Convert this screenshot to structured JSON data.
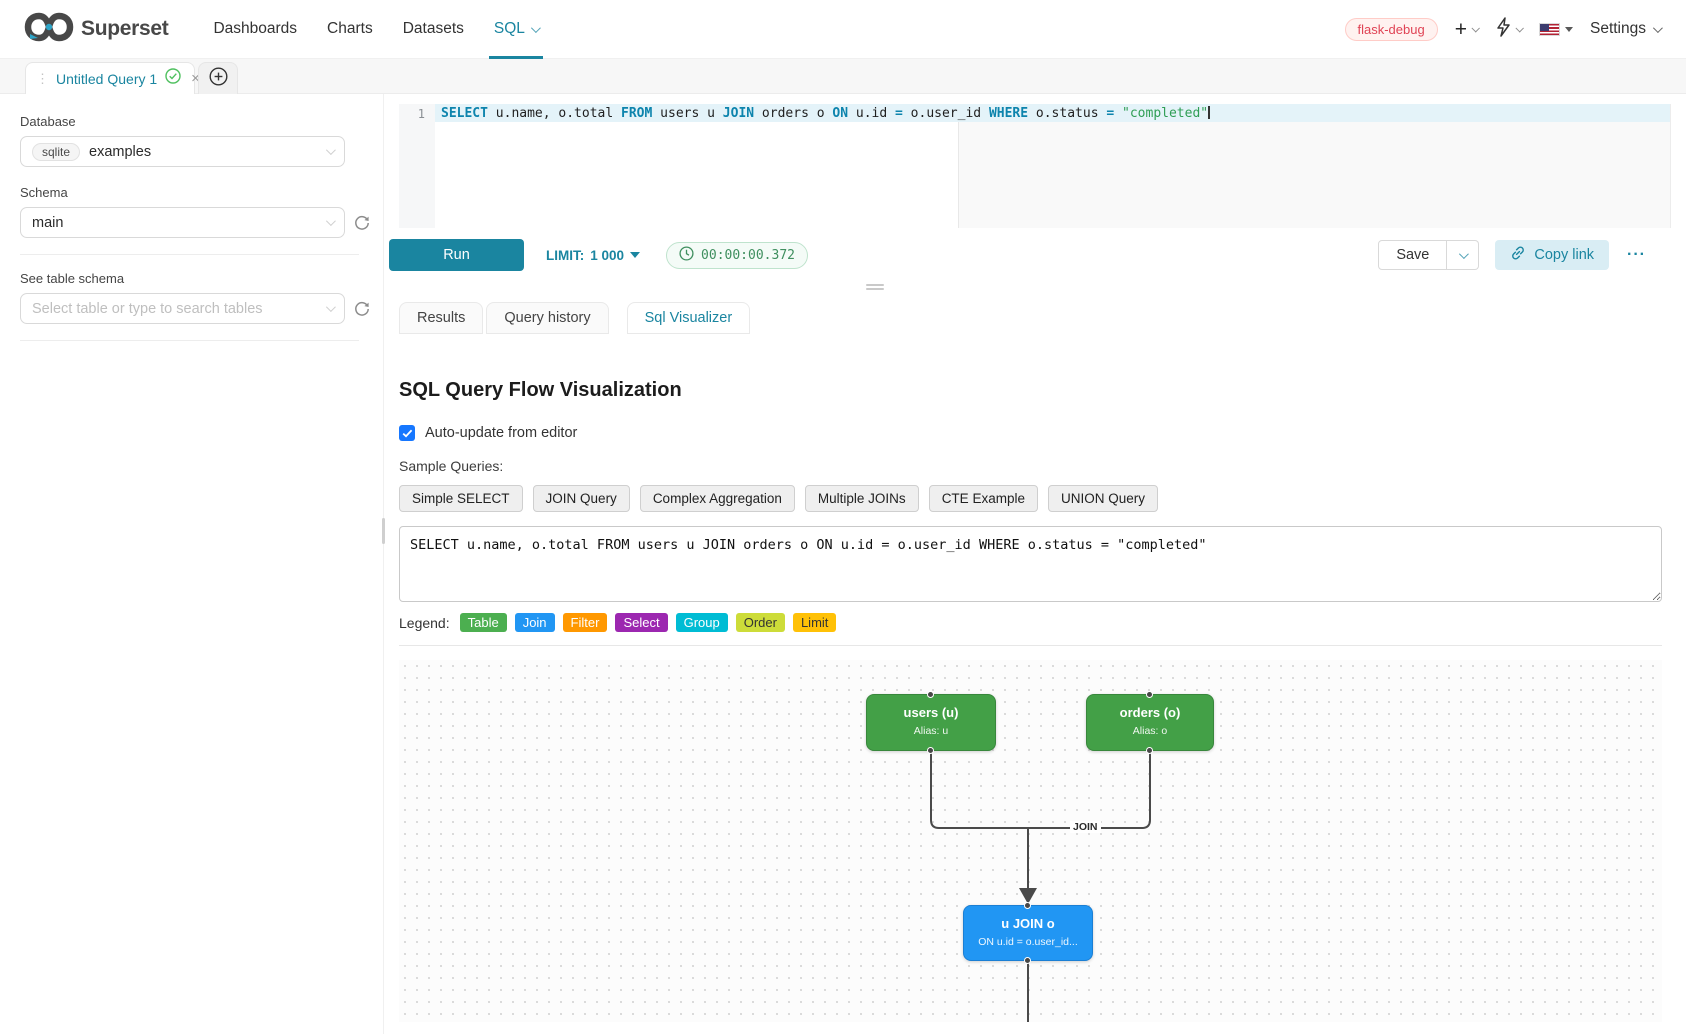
{
  "navbar": {
    "brand": "Superset",
    "items": [
      {
        "label": "Dashboards"
      },
      {
        "label": "Charts"
      },
      {
        "label": "Datasets"
      },
      {
        "label": "SQL",
        "active": true
      }
    ],
    "env_badge": "flask-debug",
    "settings_label": "Settings"
  },
  "query_tabs": {
    "active_tab": "Untitled Query 1"
  },
  "sidebar": {
    "database_label": "Database",
    "database_type": "sqlite",
    "database_name": "examples",
    "schema_label": "Schema",
    "schema_value": "main",
    "table_label": "See table schema",
    "table_placeholder": "Select table or type to search tables"
  },
  "editor": {
    "line_number": "1",
    "sql": "SELECT u.name, o.total FROM users u JOIN orders o ON u.id = o.user_id WHERE o.status = \"completed\"",
    "tokens": [
      {
        "text": "SELECT",
        "cls": "tok kw"
      },
      {
        "text": " u.name, o.total ",
        "cls": "tok"
      },
      {
        "text": "FROM",
        "cls": "tok kw"
      },
      {
        "text": " users u ",
        "cls": "tok"
      },
      {
        "text": "JOIN",
        "cls": "tok kw"
      },
      {
        "text": " orders o ",
        "cls": "tok"
      },
      {
        "text": "ON",
        "cls": "tok kw"
      },
      {
        "text": " u.id ",
        "cls": "tok"
      },
      {
        "text": "=",
        "cls": "tok op"
      },
      {
        "text": " o.user_id ",
        "cls": "tok"
      },
      {
        "text": "WHERE",
        "cls": "tok kw"
      },
      {
        "text": " o.status ",
        "cls": "tok"
      },
      {
        "text": "=",
        "cls": "tok op"
      },
      {
        "text": " ",
        "cls": "tok"
      },
      {
        "text": "\"completed\"",
        "cls": "tok str"
      }
    ]
  },
  "toolbar": {
    "run_label": "Run",
    "limit_label": "LIMIT:",
    "limit_value": "1 000",
    "timer": "00:00:00.372",
    "save_label": "Save",
    "copy_link_label": "Copy link",
    "more_label": "···"
  },
  "result_tabs": [
    {
      "label": "Results"
    },
    {
      "label": "Query history"
    },
    {
      "label": "Sql Visualizer",
      "active": true
    }
  ],
  "visualizer": {
    "title": "SQL Query Flow Visualization",
    "auto_update_label": "Auto-update from editor",
    "auto_update_checked": true,
    "sample_queries_label": "Sample Queries:",
    "sample_buttons": [
      {
        "label": "Simple SELECT"
      },
      {
        "label": "JOIN Query"
      },
      {
        "label": "Complex Aggregation"
      },
      {
        "label": "Multiple JOINs"
      },
      {
        "label": "CTE Example"
      },
      {
        "label": "UNION Query"
      }
    ],
    "query_text": "SELECT u.name, o.total FROM users u JOIN orders o ON u.id = o.user_id WHERE o.status = \"completed\"",
    "legend_label": "Legend:",
    "legend": [
      {
        "label": "Table",
        "color": "#4CAF50"
      },
      {
        "label": "Join",
        "color": "#2196F3"
      },
      {
        "label": "Filter",
        "color": "#FF9800"
      },
      {
        "label": "Select",
        "color": "#9C27B0"
      },
      {
        "label": "Group",
        "color": "#00BCD4"
      },
      {
        "label": "Order",
        "color": "#CDDC39",
        "dark_text": true
      },
      {
        "label": "Limit",
        "color": "#FFC107",
        "dark_text": true
      }
    ],
    "flow": {
      "edge_label": "JOIN",
      "nodes": [
        {
          "id": "users",
          "title": "users (u)",
          "subtitle": "Alias: u",
          "type": "table",
          "color": "#43a047"
        },
        {
          "id": "orders",
          "title": "orders (o)",
          "subtitle": "Alias: o",
          "type": "table",
          "color": "#43a047"
        },
        {
          "id": "join",
          "title": "u JOIN o",
          "subtitle": "ON u.id = o.user_id...",
          "type": "join",
          "color": "#2196F3"
        }
      ]
    }
  },
  "icons": {
    "close": "×",
    "more": "···",
    "drag_dots": "⋮",
    "new_tab_plus": "+"
  },
  "colors": {
    "accent": "#1a85a0",
    "env_badge_red": "#e04355",
    "timer_green": "#3f8f5f",
    "keyword_blue": "#0d84ad",
    "string_green": "#2f9e55"
  }
}
